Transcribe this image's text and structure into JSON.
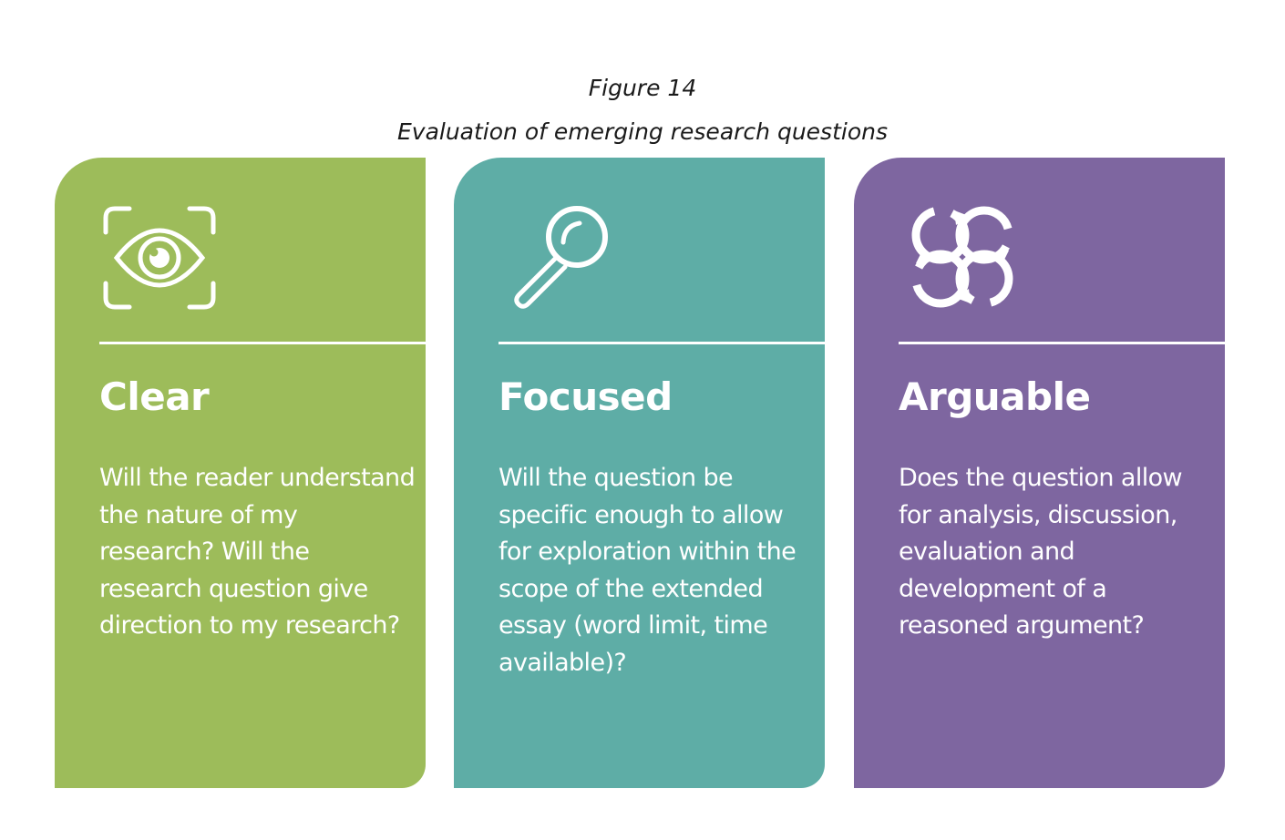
{
  "figure": {
    "number": "Figure 14",
    "title": "Evaluation of emerging research questions"
  },
  "colors": {
    "clear": "#9dbc5a",
    "focused": "#5eada6",
    "arguable": "#7e66a0"
  },
  "cards": [
    {
      "icon": "eye-scan-icon",
      "heading": "Clear",
      "body": "Will the reader understand the nature of my research? Will the research question give direction to my research?"
    },
    {
      "icon": "magnifying-glass-icon",
      "heading": "Focused",
      "body": "Will the question be specific enough to allow for exploration within the scope of the extended essay (word limit, time available)?"
    },
    {
      "icon": "cycle-arrows-icon",
      "heading": "Arguable",
      "body": "Does the question allow for analysis, discussion, evaluation and development of a reasoned argument?"
    }
  ]
}
